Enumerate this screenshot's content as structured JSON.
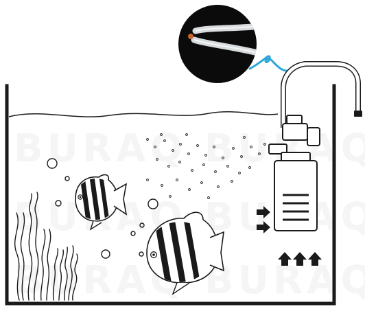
{
  "diagram": {
    "watermark_lines": [
      "BURAQ BURAQ",
      "BURAQ BURAQ",
      "BURAQ BURAQ"
    ],
    "colors": {
      "line": "#1a1a1a",
      "tube_accent": "#2aa6d8",
      "inset_bg": "#0b0b0b",
      "tube_fill": "#d9dcde",
      "tube_tip": "#c8642a",
      "water_bg": "#ffffff"
    },
    "icons": [
      "tube-closeup-inset",
      "curly-connector-icon",
      "gooseneck-outlet-icon",
      "filter-pump-icon",
      "inflow-arrows-icon",
      "upflow-arrows-icon",
      "fish-icon",
      "seaweed-icon",
      "air-bubbles-icon"
    ]
  }
}
